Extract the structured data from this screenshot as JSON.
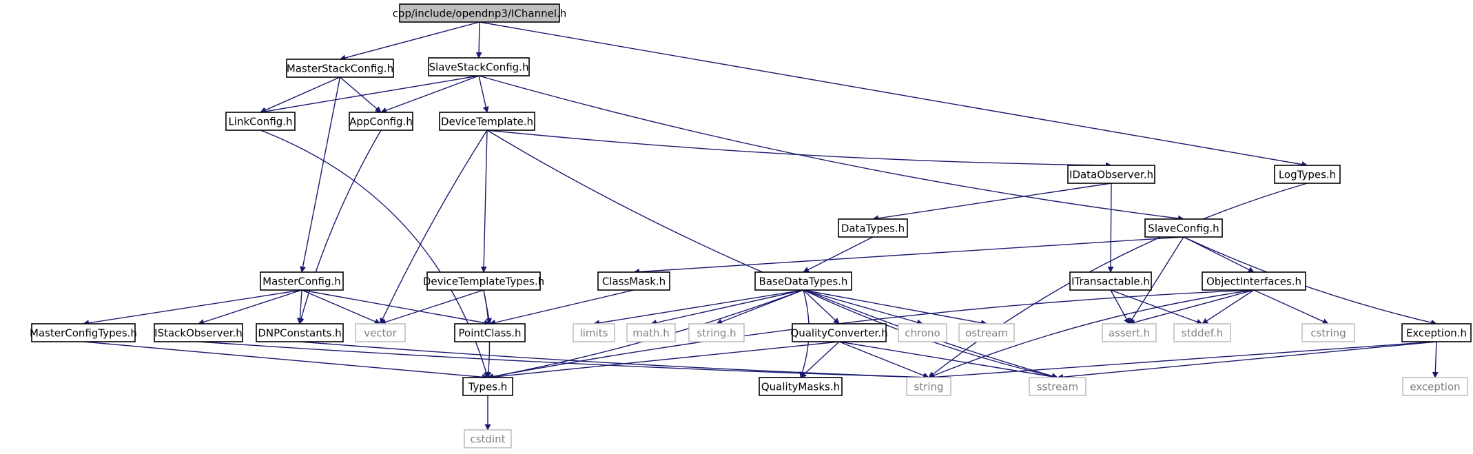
{
  "colors": {
    "edge": "#191970",
    "node_border": "#000000",
    "external_border": "#bfbfbf",
    "external_text": "#808080",
    "root_fill": "#bfbfbf",
    "text": "#000000"
  },
  "nodes": {
    "root": "cpp/include/opendnp3/IChannel.h",
    "master_stack_config": "MasterStackConfig.h",
    "slave_stack_config": "SlaveStackConfig.h",
    "link_config": "LinkConfig.h",
    "app_config": "AppConfig.h",
    "device_template": "DeviceTemplate.h",
    "idata_observer": "IDataObserver.h",
    "log_types": "LogTypes.h",
    "data_types": "DataTypes.h",
    "slave_config": "SlaveConfig.h",
    "master_config": "MasterConfig.h",
    "device_template_types": "DeviceTemplateTypes.h",
    "class_mask": "ClassMask.h",
    "base_data_types": "BaseDataTypes.h",
    "itransactable": "ITransactable.h",
    "object_interfaces": "ObjectInterfaces.h",
    "master_config_types": "MasterConfigTypes.h",
    "istack_observer": "IStackObserver.h",
    "dnp_constants": "DNPConstants.h",
    "vector": "vector",
    "point_class": "PointClass.h",
    "limits": "limits",
    "math_h": "math.h",
    "string_h": "string.h",
    "quality_converter": "QualityConverter.h",
    "chrono": "chrono",
    "ostream": "ostream",
    "assert_h": "assert.h",
    "stddef_h": "stddef.h",
    "cstring": "cstring",
    "exception_h": "Exception.h",
    "types_h": "Types.h",
    "quality_masks": "QualityMasks.h",
    "string": "string",
    "sstream": "sstream",
    "exception": "exception",
    "cstdint": "cstdint"
  }
}
